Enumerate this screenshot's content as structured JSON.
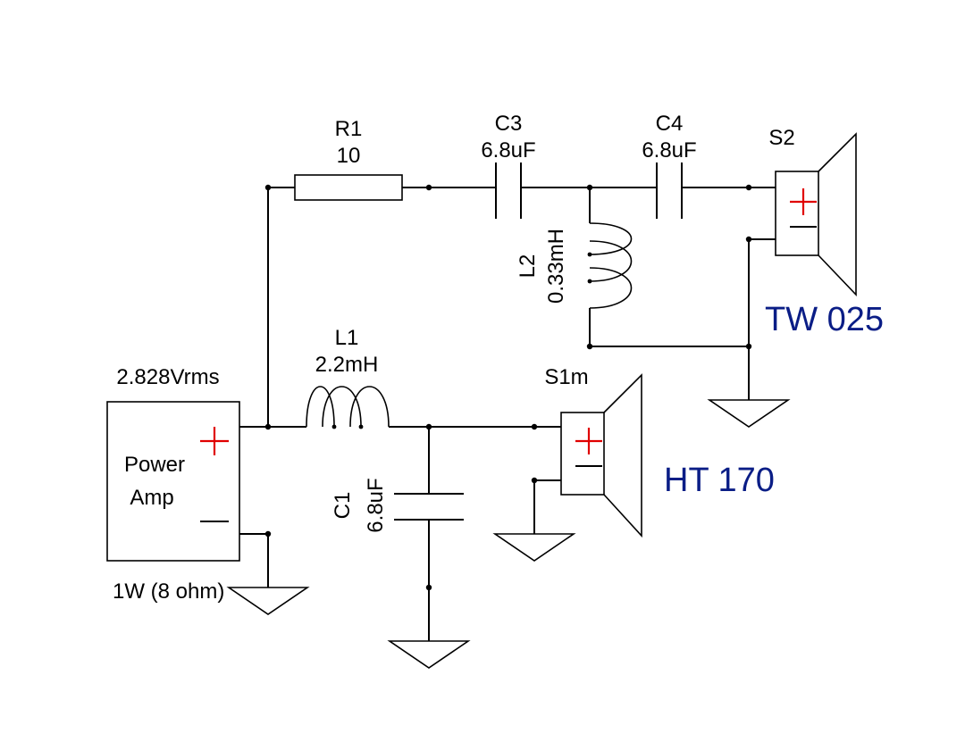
{
  "components": {
    "r1": {
      "name": "R1",
      "value": "10"
    },
    "c3": {
      "name": "C3",
      "value": "6.8uF"
    },
    "c4": {
      "name": "C4",
      "value": "6.8uF"
    },
    "l2": {
      "name": "L2",
      "value": "0.33mH"
    },
    "l1": {
      "name": "L1",
      "value": "2.2mH"
    },
    "c1": {
      "name": "C1",
      "value": "6.8uF"
    }
  },
  "source": {
    "voltage": "2.828Vrms",
    "label_line1": "Power",
    "label_line2": "Amp",
    "power": "1W (8 ohm)"
  },
  "speakers": {
    "s2": {
      "name": "S2",
      "model": "TW 025"
    },
    "s1": {
      "name": "S1m",
      "model": "HT 170"
    }
  },
  "colors": {
    "wire": "#000000",
    "polarity_plus": "#e00000",
    "model_text": "#0a1d86"
  }
}
